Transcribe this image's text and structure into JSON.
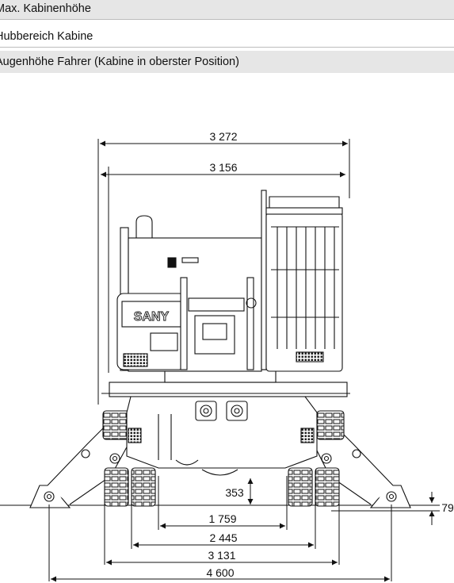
{
  "spec_rows": [
    "Max. Kabinenhöhe",
    "Hubbereich Kabine",
    "Augenhöhe Fahrer (Kabine in oberster Position)"
  ],
  "dimensions": {
    "overall_width_top": "3 272",
    "overall_width_second": "3 156",
    "clearance": "353",
    "support_offset": "79",
    "track_inner": "1 759",
    "track_gauge": "2 445",
    "track_outer": "3 131",
    "support_span": "4 600"
  },
  "brand": "SANY"
}
